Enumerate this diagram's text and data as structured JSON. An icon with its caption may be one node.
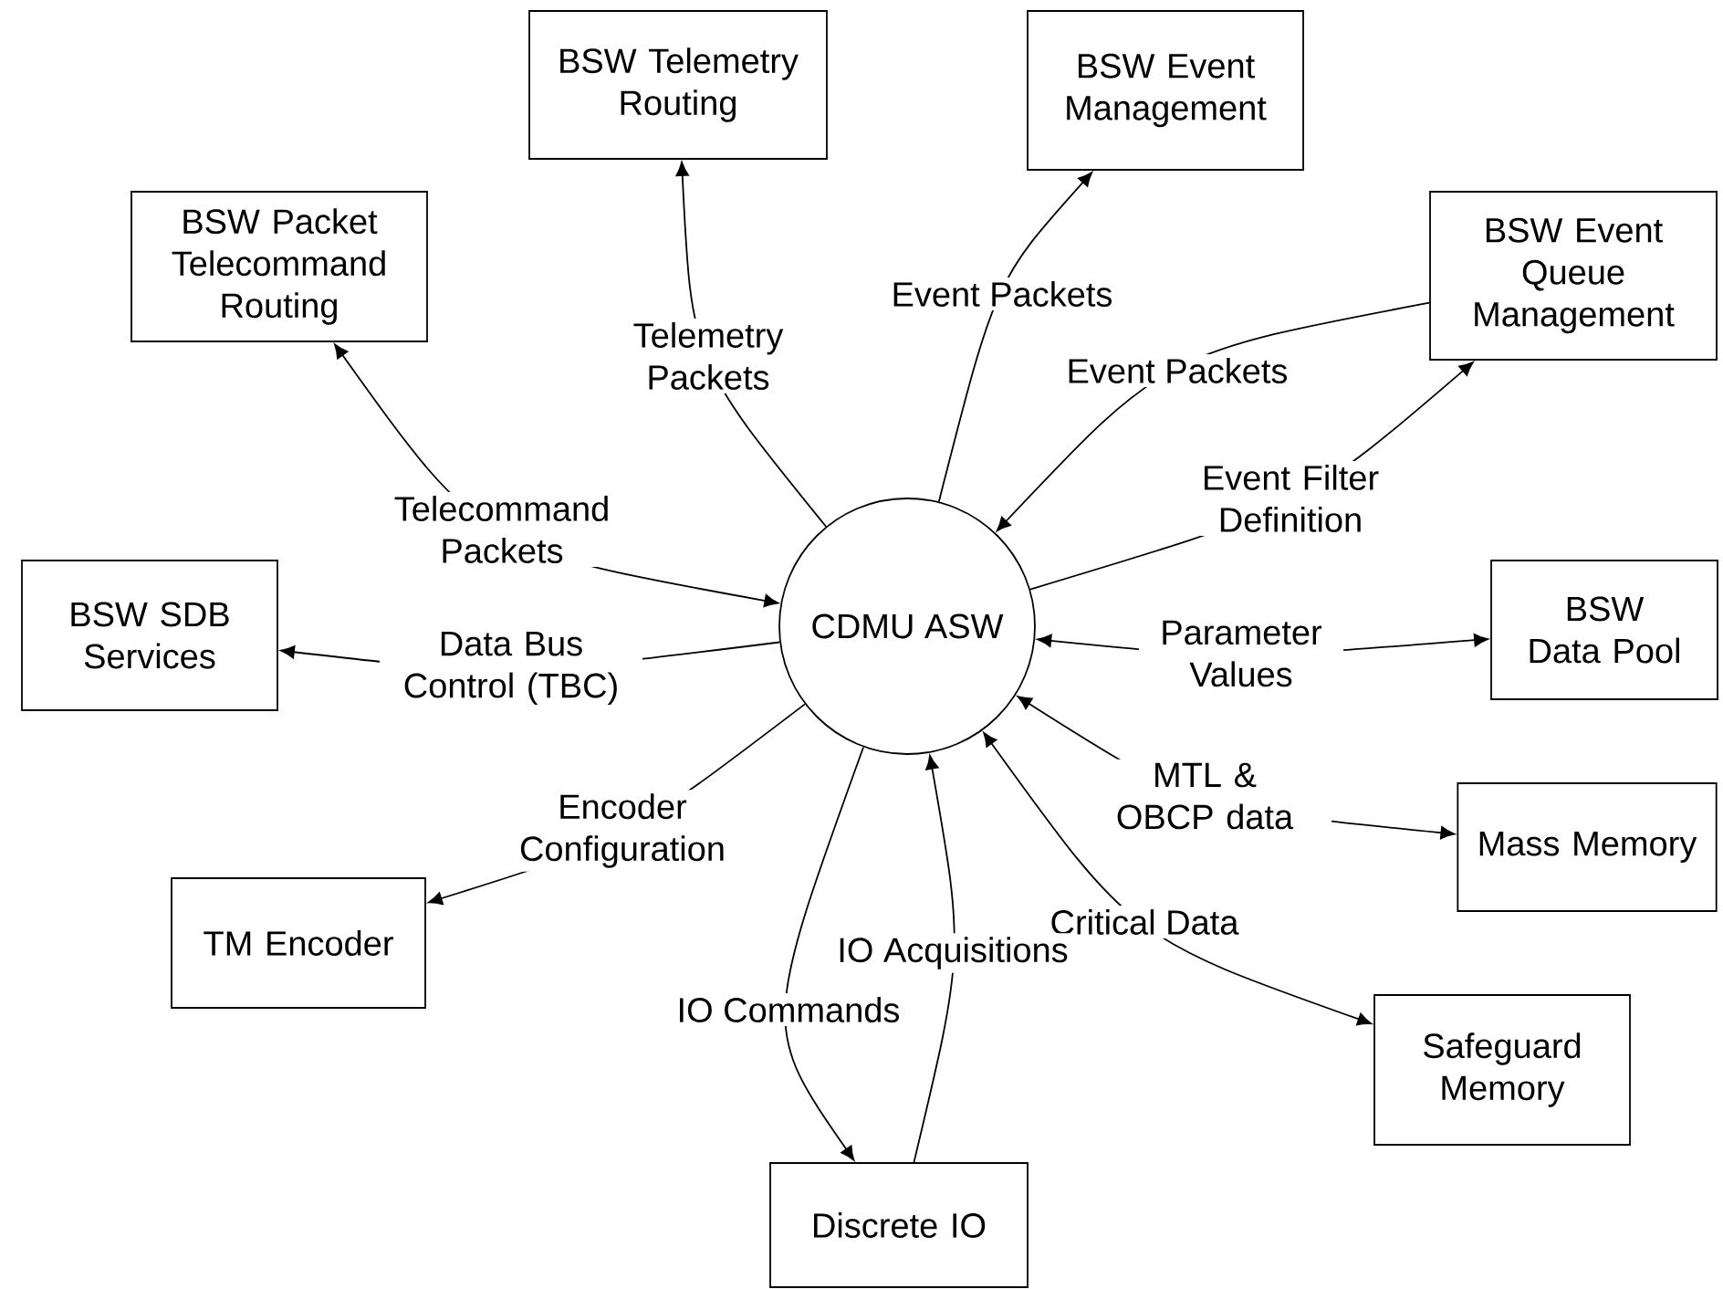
{
  "diagram": {
    "nodes": [
      {
        "text": [
          "BSW Telemetry Routing"
        ]
      },
      {
        "text": [
          "BSW Event Management"
        ]
      },
      {
        "text": [
          "BSW Packet Telecommand Routing"
        ]
      },
      {
        "text": [
          "BSW Event Queue Management"
        ]
      },
      {
        "text": [
          "BSW SDB Services"
        ]
      },
      {
        "text": [
          "CDMU ASW"
        ]
      },
      {
        "text": [
          "BSW Data Pool"
        ]
      },
      {
        "text": [
          "Mass Memory"
        ]
      },
      {
        "text": [
          "TM Encoder"
        ]
      },
      {
        "text": [
          "Safeguard Memory"
        ]
      },
      {
        "text": [
          "Discrete IO"
        ]
      }
    ],
    "edges": [
      {
        "from": 5,
        "to": 0,
        "arrow": "to",
        "label": "Telemetry Packets"
      },
      {
        "from": 5,
        "to": 1,
        "arrow": "to",
        "label": "Event Packets"
      },
      {
        "from": 3,
        "to": 5,
        "arrow": "to",
        "label": "Event Packets"
      },
      {
        "from": 5,
        "to": 3,
        "arrow": "to",
        "label": "Event Filter Definition"
      },
      {
        "from": 2,
        "to": 5,
        "arrow": "both",
        "label": "Telecommand Packets"
      },
      {
        "from": 5,
        "to": 4,
        "arrow": "to",
        "label": "Data Bus Control (TBC)"
      },
      {
        "from": 5,
        "to": 6,
        "arrow": "both",
        "label": "Parameter Values"
      },
      {
        "from": 5,
        "to": 7,
        "arrow": "both",
        "label": "MTL & OBCP data"
      },
      {
        "from": 5,
        "to": 8,
        "arrow": "to",
        "label": "Encoder Configuration"
      },
      {
        "from": 5,
        "to": 9,
        "arrow": "both",
        "label": "Critical Data"
      },
      {
        "from": 10,
        "to": 5,
        "arrow": "to",
        "label": "IO Acquisitions"
      },
      {
        "from": 5,
        "to": 10,
        "arrow": "to",
        "label": "IO Commands"
      }
    ]
  }
}
